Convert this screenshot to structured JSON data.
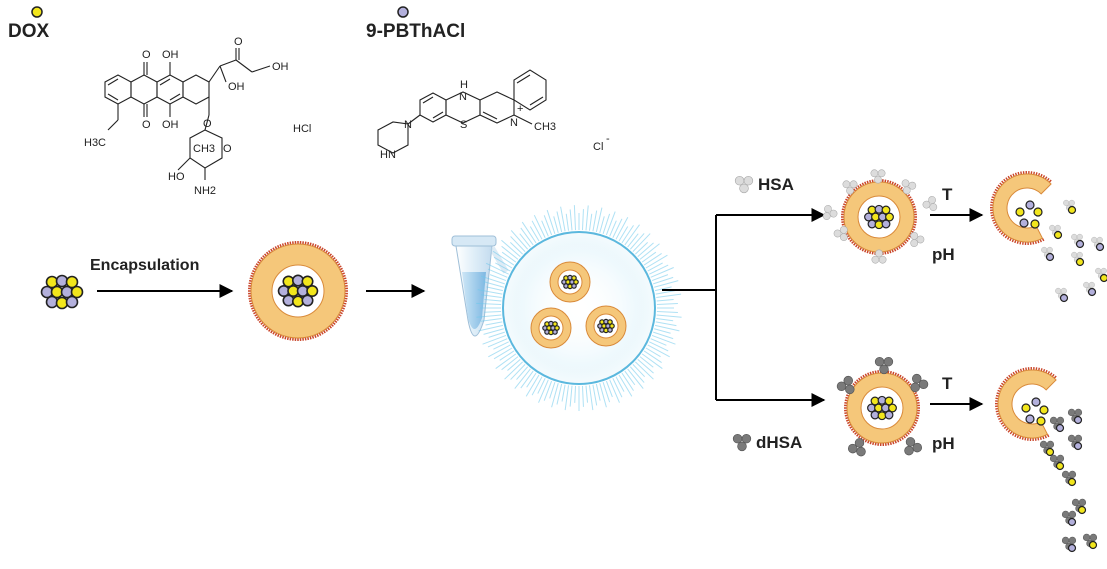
{
  "legend": {
    "dox": "DOX",
    "pbth": "9-PBThACl"
  },
  "steps": {
    "encapsulation": "Encapsulation",
    "hsa": "HSA",
    "dhsa": "dHSA",
    "t_top": "T",
    "ph_top": "pH",
    "t_bottom": "T",
    "ph_bottom": "pH"
  },
  "dox_structure": {
    "atoms": [
      "O",
      "OH",
      "O",
      "OH",
      "OH",
      "O",
      "OH",
      "O",
      "CH3",
      "HO",
      "NH2",
      "O",
      "HCl"
    ],
    "h3co": "H3C",
    "h3co_sub": "3",
    "h3co_rest": "C"
  },
  "pbth_structure": {
    "atoms": [
      "H",
      "N",
      "S",
      "N",
      "N",
      "HN",
      "CH3",
      "Cl"
    ],
    "charge_plus": "+",
    "charge_minus": "-"
  },
  "colors": {
    "dox_dot": "#f2e61c",
    "pbth_dot": "#b3b0dc",
    "liposome_shell": "#f5c77a",
    "liposome_edge": "#d98a3a",
    "liposome_spikes": "#c9452a",
    "hsa": "#dcdcdc",
    "dhsa": "#7a7a7a",
    "tube_liquid": "#a9d2ee",
    "sonic_glow": "#6ec9ec",
    "arrow": "#000000"
  }
}
